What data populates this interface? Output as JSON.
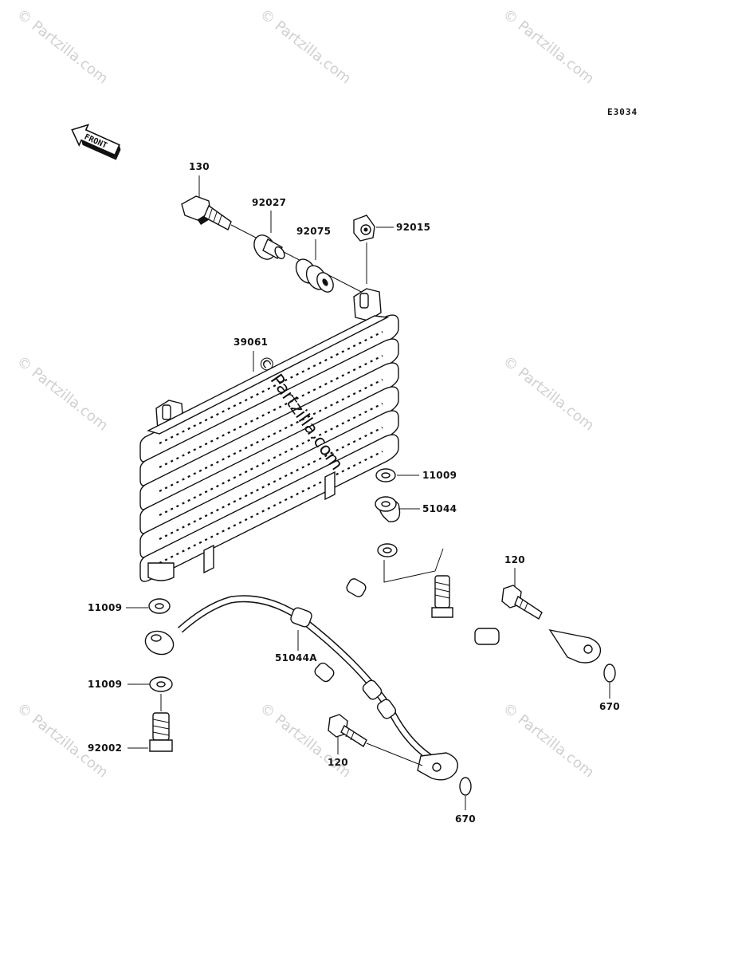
{
  "diagram_code": "E3034",
  "front_arrow_label": "FRONT",
  "watermark_text": "© Partzilla.com",
  "center_watermark_text": "© Partzilla.com",
  "labels": {
    "p130": "130",
    "p92027": "92027",
    "p92075": "92075",
    "p92015": "92015",
    "p39061": "39061",
    "p11009_right": "11009",
    "p51044": "51044",
    "p120_right": "120",
    "p11009_left": "11009",
    "p51044A": "51044A",
    "p11009_lower": "11009",
    "p670_right": "670",
    "p92002": "92002",
    "p120_lower": "120",
    "p670_lower": "670"
  }
}
